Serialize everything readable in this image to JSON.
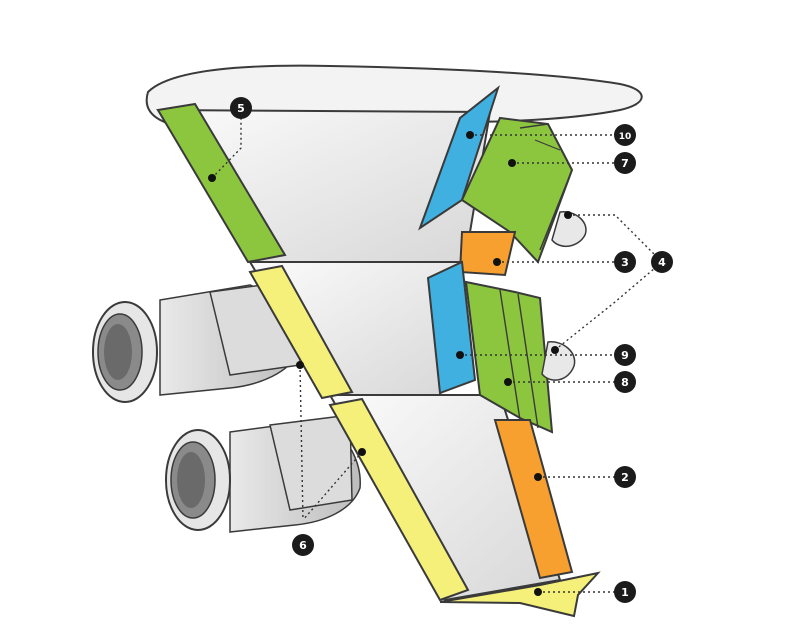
{
  "colors": {
    "outline": "#3a3a3a",
    "body_light": "#f4f4f4",
    "body_mid": "#d9d9d9",
    "green": "#8cc63f",
    "green_dark": "#6aa030",
    "yellow": "#f5f07a",
    "orange": "#f7a030",
    "blue": "#3fb0e0",
    "badge": "#1b1b1b"
  },
  "callouts": [
    {
      "id": "callout-1",
      "label": "1"
    },
    {
      "id": "callout-2",
      "label": "2"
    },
    {
      "id": "callout-3",
      "label": "3"
    },
    {
      "id": "callout-4",
      "label": "4"
    },
    {
      "id": "callout-5",
      "label": "5"
    },
    {
      "id": "callout-6",
      "label": "6"
    },
    {
      "id": "callout-7",
      "label": "7"
    },
    {
      "id": "callout-8",
      "label": "8"
    },
    {
      "id": "callout-9",
      "label": "9"
    },
    {
      "id": "callout-10",
      "label": "10"
    }
  ]
}
